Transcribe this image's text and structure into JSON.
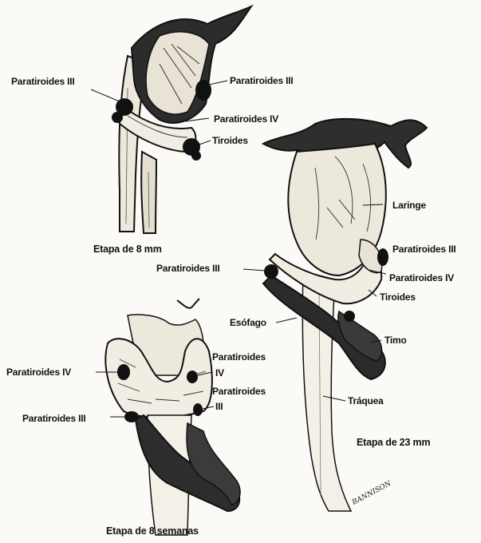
{
  "figures": {
    "stage_8mm": {
      "caption": "Etapa de 8 mm",
      "labels": {
        "parathyroid_iii_left": "Paratiroides III",
        "parathyroid_iii_right": "Paratiroides III",
        "parathyroid_iv": "Paratiroides IV",
        "thyroid": "Tiroides"
      }
    },
    "stage_23mm": {
      "caption": "Etapa de 23 mm",
      "labels": {
        "larynx": "Laringe",
        "parathyroid_iii_right": "Paratiroides III",
        "parathyroid_iv": "Paratiroides IV",
        "thyroid": "Tiroides",
        "parathyroid_iii_left": "Paratiroides III",
        "esophagus": "Esófago",
        "thymus": "Timo",
        "trachea": "Tráquea"
      }
    },
    "stage_8weeks": {
      "caption": "Etapa de 8 semanas",
      "labels": {
        "parathyroid_iv_left": "Paratiroides IV",
        "parathyroid_iv_right_line1": "Paratiroides",
        "parathyroid_iv_right_line2": "IV",
        "parathyroid_iii_right_line1": "Paratiroides",
        "parathyroid_iii_right_line2": "III",
        "parathyroid_iii_left": "Paratiroides III"
      }
    }
  },
  "artist_signature": "BANNISON"
}
